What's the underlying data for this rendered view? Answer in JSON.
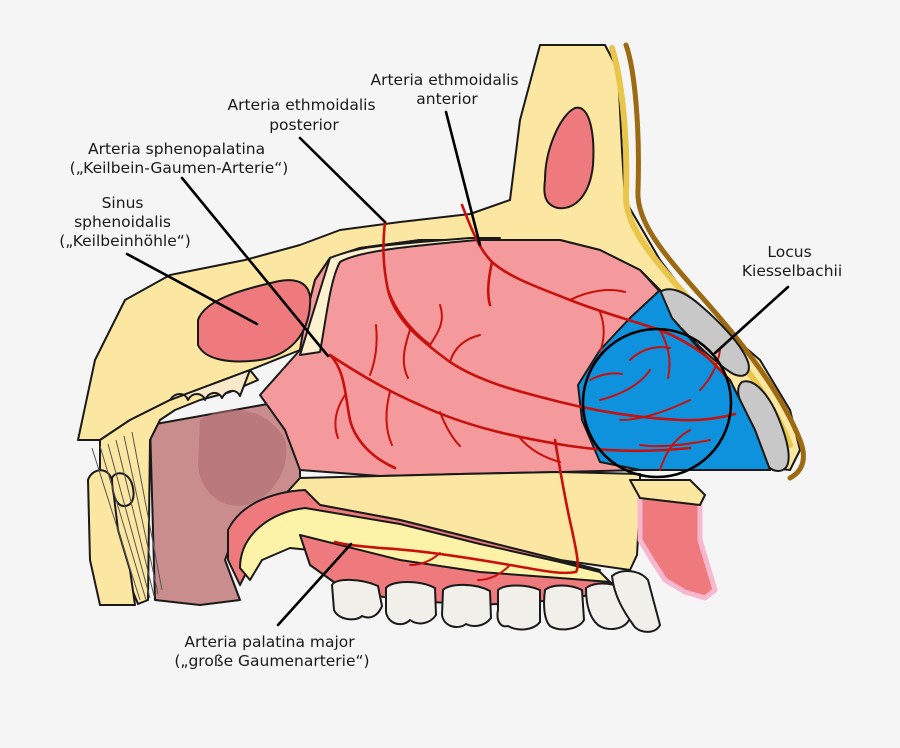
{
  "labels": {
    "ethmoid_anterior": [
      "Arteria ethmoidalis",
      "anterior"
    ],
    "ethmoid_posterior": [
      "Arteria ethmoidalis",
      "posterior"
    ],
    "sphenopalatina": [
      "Arteria sphenopalatina",
      "(„Keilbein-Gaumen-Arterie“)"
    ],
    "sinus": [
      "Sinus",
      "sphenoidalis",
      "(„Keilbeinhöhle“)"
    ],
    "locus": [
      "Locus",
      "Kiesselbachii"
    ],
    "palatina": [
      "Arteria palatina major",
      "(„große Gaumenarterie“)"
    ]
  },
  "colors": {
    "background": "#f5f5f5",
    "bone": "#fbe6a2",
    "mucosa": "#f49a9c",
    "sinus_cavity": "#ee7a7d",
    "artery": "#c8100c",
    "kiesselbach_area": "#0e92dd",
    "cartilage": "#c8c8c8",
    "skin_edge": "#9c6a12",
    "tissue_pink_glow": "#f7b8cf"
  }
}
